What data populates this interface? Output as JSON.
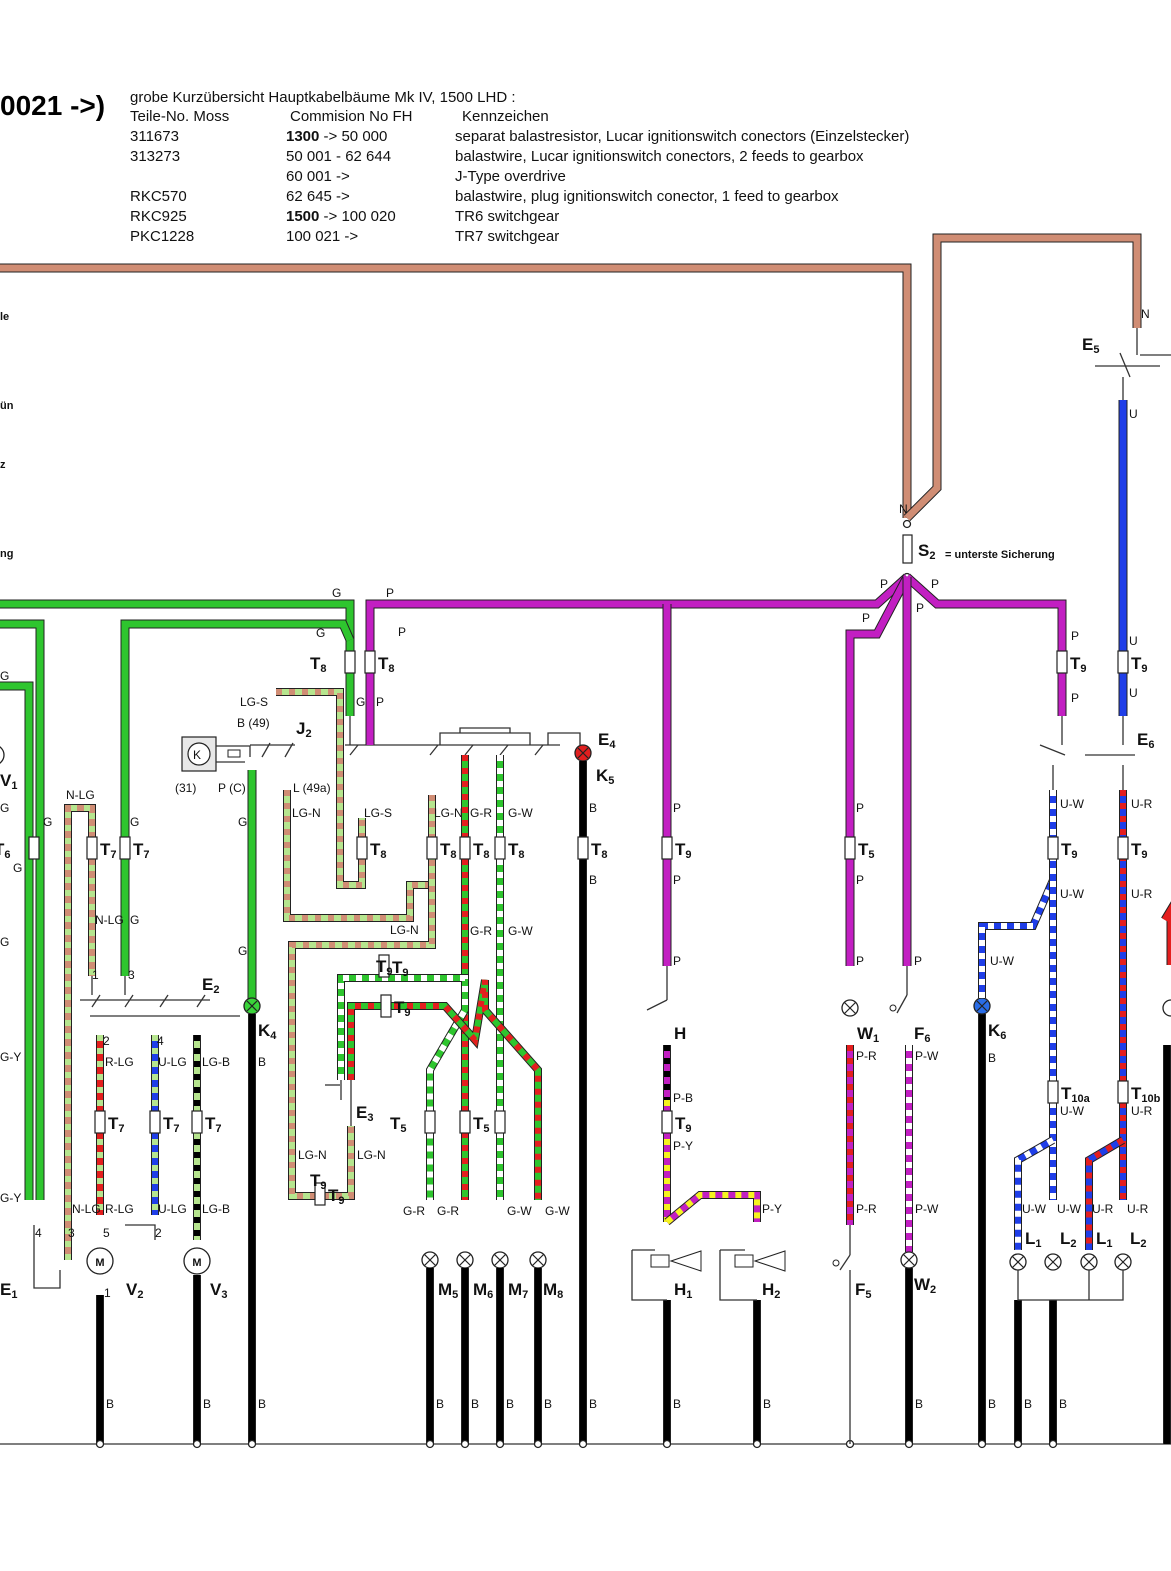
{
  "header": {
    "title": "0021 ->)",
    "subtitle": "grobe Kurzübersicht Hauptkabelbäume Mk IV, 1500 LHD :",
    "columns": [
      "Teile-No. Moss",
      "Commision No FH",
      "Kennzeichen"
    ],
    "rows": [
      {
        "part": "311673",
        "commission_bold": "1300",
        "commission": " -> 50 000",
        "note": "separat balastresistor, Lucar ignitionswitch conectors (Einzelstecker)"
      },
      {
        "part": "313273",
        "commission_bold": "",
        "commission": "50 001 - 62 644",
        "note": "balastwire, Lucar ignitionswitch conectors, 2 feeds to gearbox"
      },
      {
        "part": "",
        "commission_bold": "",
        "commission": "60 001 ->",
        "note": "J-Type overdrive"
      },
      {
        "part": "RKC570",
        "commission_bold": "",
        "commission": "62 645 ->",
        "note": "balastwire, plug ignitionswitch conector, 1 feed to gearbox"
      },
      {
        "part": "RKC925",
        "commission_bold": "1500",
        "commission": " -> 100 020",
        "note": "TR6 switchgear"
      },
      {
        "part": "PKC1228",
        "commission_bold": "",
        "commission": "100 021 ->",
        "note": "TR7 switchgear"
      }
    ]
  },
  "legend_fragments": [
    "le",
    "ün",
    "z",
    "ng"
  ],
  "fuse_note": "= unterste Sicherung",
  "components": [
    {
      "id": "S2",
      "base": "S",
      "sub": "2"
    },
    {
      "id": "E5",
      "base": "E",
      "sub": "5"
    },
    {
      "id": "E4",
      "base": "E",
      "sub": "4"
    },
    {
      "id": "K5",
      "base": "K",
      "sub": "5"
    },
    {
      "id": "E6",
      "base": "E",
      "sub": "6"
    },
    {
      "id": "J2",
      "base": "J",
      "sub": "2"
    },
    {
      "id": "V1",
      "base": "V",
      "sub": "1"
    },
    {
      "id": "E2",
      "base": "E",
      "sub": "2"
    },
    {
      "id": "K4",
      "base": "K",
      "sub": "4"
    },
    {
      "id": "E3",
      "base": "E",
      "sub": "3"
    },
    {
      "id": "H",
      "base": "H",
      "sub": ""
    },
    {
      "id": "W1",
      "base": "W",
      "sub": "1"
    },
    {
      "id": "F6",
      "base": "F",
      "sub": "6"
    },
    {
      "id": "K6",
      "base": "K",
      "sub": "6"
    },
    {
      "id": "V2",
      "base": "V",
      "sub": "2"
    },
    {
      "id": "V3",
      "base": "V",
      "sub": "3"
    },
    {
      "id": "M5",
      "base": "M",
      "sub": "5"
    },
    {
      "id": "M6",
      "base": "M",
      "sub": "6"
    },
    {
      "id": "M7",
      "base": "M",
      "sub": "7"
    },
    {
      "id": "M8",
      "base": "M",
      "sub": "8"
    },
    {
      "id": "H1",
      "base": "H",
      "sub": "1"
    },
    {
      "id": "H2",
      "base": "H",
      "sub": "2"
    },
    {
      "id": "F5",
      "base": "F",
      "sub": "5"
    },
    {
      "id": "W2",
      "base": "W",
      "sub": "2"
    },
    {
      "id": "L1a",
      "base": "L",
      "sub": "1"
    },
    {
      "id": "L2a",
      "base": "L",
      "sub": "2"
    },
    {
      "id": "L1b",
      "base": "L",
      "sub": "1"
    },
    {
      "id": "L2b",
      "base": "L",
      "sub": "2"
    },
    {
      "id": "E1",
      "base": "E",
      "sub": "1"
    }
  ],
  "connectors": [
    {
      "id": "T8a",
      "base": "T",
      "sub": "8"
    },
    {
      "id": "T8b",
      "base": "T",
      "sub": "8"
    },
    {
      "id": "T9a",
      "base": "T",
      "sub": "9"
    },
    {
      "id": "T9b",
      "base": "T",
      "sub": "9"
    },
    {
      "id": "T6",
      "base": "T",
      "sub": "6"
    },
    {
      "id": "T7a",
      "base": "T",
      "sub": "7"
    },
    {
      "id": "T7b",
      "base": "T",
      "sub": "7"
    },
    {
      "id": "T8c",
      "base": "T",
      "sub": "8"
    },
    {
      "id": "T8d",
      "base": "T",
      "sub": "8"
    },
    {
      "id": "T8e",
      "base": "T",
      "sub": "8"
    },
    {
      "id": "T8f",
      "base": "T",
      "sub": "8"
    },
    {
      "id": "T8g",
      "base": "T",
      "sub": "8"
    },
    {
      "id": "T9c",
      "base": "T",
      "sub": "9"
    },
    {
      "id": "T5a",
      "base": "T",
      "sub": "5"
    },
    {
      "id": "T9d",
      "base": "T",
      "sub": "9"
    },
    {
      "id": "T9e",
      "base": "T",
      "sub": "9"
    },
    {
      "id": "T9f",
      "base": "T",
      "sub": "9"
    },
    {
      "id": "T9g",
      "base": "T",
      "sub": "9"
    },
    {
      "id": "T7c",
      "base": "T",
      "sub": "7"
    },
    {
      "id": "T7d",
      "base": "T",
      "sub": "7"
    },
    {
      "id": "T7e",
      "base": "T",
      "sub": "7"
    },
    {
      "id": "T5b",
      "base": "T",
      "sub": "5"
    },
    {
      "id": "T5c",
      "base": "T",
      "sub": "5"
    },
    {
      "id": "T9h",
      "base": "T",
      "sub": "9"
    },
    {
      "id": "T9i",
      "base": "T",
      "sub": "9"
    },
    {
      "id": "T10a",
      "base": "T",
      "sub": "10a"
    },
    {
      "id": "T10b",
      "base": "T",
      "sub": "10b"
    }
  ],
  "wire_codes": {
    "N": "N",
    "U": "U",
    "G": "G",
    "P": "P",
    "B": "B",
    "N-LG": "N-LG",
    "LG-S": "LG-S",
    "LG-N": "LG-N",
    "G-R": "G-R",
    "G-W": "G-W",
    "U-W": "U-W",
    "U-R": "U-R",
    "R-LG": "R-LG",
    "U-LG": "U-LG",
    "LG-B": "LG-B",
    "P-B": "P-B",
    "P-Y": "P-Y",
    "P-R": "P-R",
    "P-W": "P-W",
    "G-Y": "G-Y"
  },
  "relay_labels": {
    "b49": "B (49)",
    "l49a": "L (49a)",
    "pc": "P (C)",
    "t31": "(31)",
    "k": "K"
  },
  "motor_symbol": "M",
  "colors": {
    "green": "#2ec52e",
    "purple": "#c21fc2",
    "brown": "#d08d74",
    "blue": "#1f3ee8",
    "black": "#000000",
    "light_green": "#b6e58e",
    "red": "#e41e1e",
    "yellow": "#f5f51f",
    "white": "#ffffff",
    "lamp_green": "#3ad43a",
    "lamp_red": "#e01f1f",
    "lamp_blue": "#2a6de8"
  }
}
